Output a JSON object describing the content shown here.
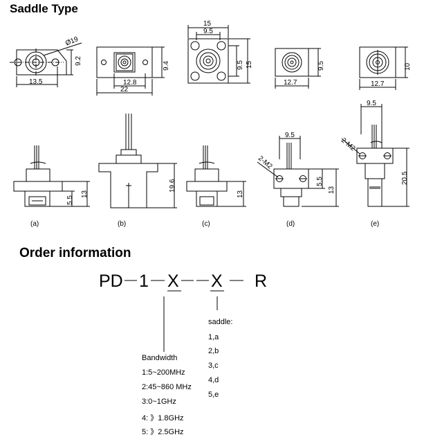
{
  "title": "Saddle Type",
  "top_dims": {
    "a": {
      "dia": "Ø19",
      "h": "9.2",
      "w": "13.5"
    },
    "b": {
      "h": "9.4",
      "w1": "12.8",
      "w2": "22"
    },
    "c": {
      "w1": "15",
      "w2": "9.5",
      "h1": "9.5",
      "h2": "15"
    },
    "d": {
      "h": "9.5",
      "w": "12.7"
    },
    "e": {
      "h": "10",
      "w": "12.7"
    }
  },
  "side_dims": {
    "a": {
      "h1": "13",
      "h2": "5.5"
    },
    "b": {
      "h": "19.6"
    },
    "c": {
      "h": "13"
    },
    "d": {
      "w": "9.5",
      "thread": "2-M2",
      "h1": "5.5",
      "h2": "13"
    },
    "e": {
      "w": "9.5",
      "thread": "2-M2",
      "h": "20.5"
    }
  },
  "captions": [
    "(a)",
    "(b)",
    "(c)",
    "(d)",
    "(e)"
  ],
  "order": {
    "heading": "Order information",
    "code": [
      "PD",
      "1",
      "X",
      "X",
      "R"
    ],
    "saddle_label": "saddle:",
    "saddle_options": [
      "1,a",
      "2,b",
      "3,c",
      "4,d",
      "5,e"
    ],
    "bandwidth_label": "Bandwidth",
    "bandwidth_options": [
      "1:5~200MHz",
      "2:45~860 MHz",
      "3:0~1GHz",
      "4: 》1.8GHz",
      "5: 》2.5GHz"
    ]
  }
}
